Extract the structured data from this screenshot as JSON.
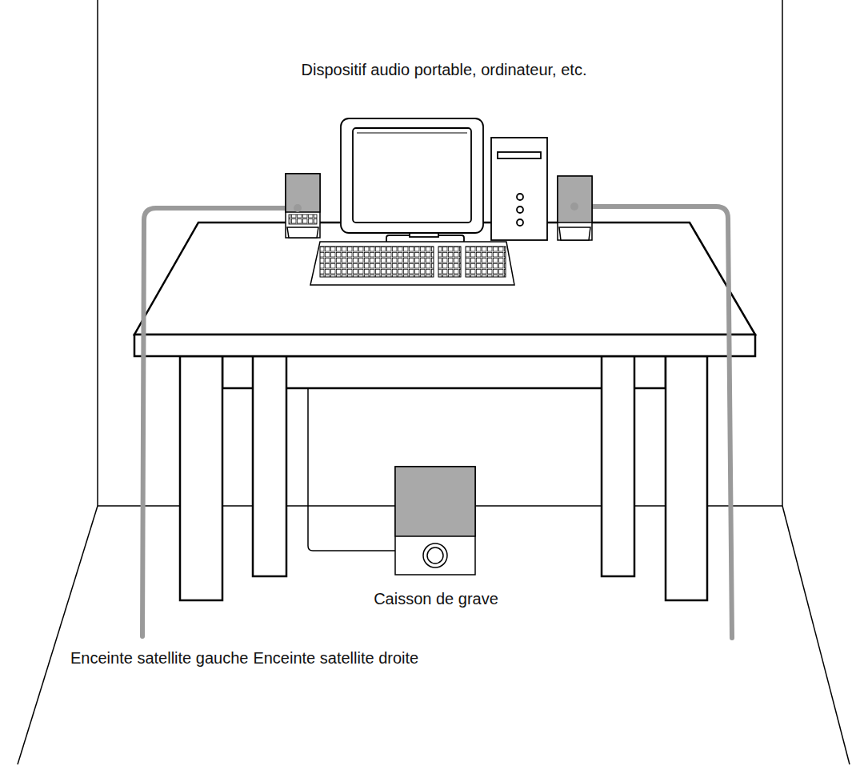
{
  "diagram": {
    "labels": [
      "Dispositif audio portable, ordinateur, etc.",
      "Caisson de grave",
      "Enceinte satellite gauche",
      "Enceinte satellite droite"
    ]
  }
}
